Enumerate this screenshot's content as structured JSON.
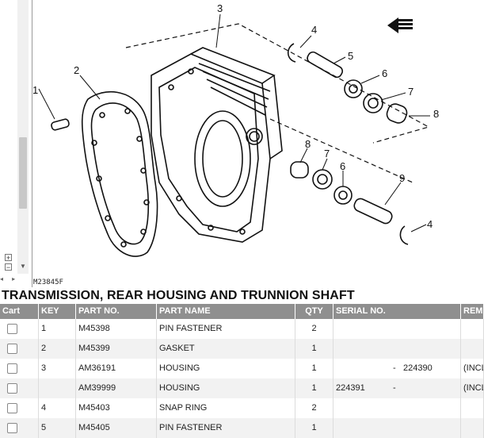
{
  "diagram": {
    "figure_id": "M23845F",
    "callouts": [
      "1",
      "2",
      "3",
      "4",
      "5",
      "6",
      "7",
      "8",
      "8",
      "7",
      "6",
      "9",
      "4"
    ]
  },
  "title": "TRANSMISSION, REAR HOUSING AND TRUNNION SHAFT",
  "table": {
    "headers": [
      "Cart",
      "KEY",
      "PART NO.",
      "PART NAME",
      "QTY",
      "SERIAL NO.",
      "REMA"
    ],
    "rows": [
      {
        "key": "1",
        "part_no": "M45398",
        "part_name": "PIN FASTENER",
        "qty": "2",
        "serial_from": "",
        "dash": "",
        "serial_to": "",
        "remarks": ""
      },
      {
        "key": "2",
        "part_no": "M45399",
        "part_name": "GASKET",
        "qty": "1",
        "serial_from": "",
        "dash": "",
        "serial_to": "",
        "remarks": ""
      },
      {
        "key": "3",
        "part_no": "AM36191",
        "part_name": "HOUSING",
        "qty": "1",
        "serial_from": "",
        "dash": "-",
        "serial_to": "224390",
        "remarks": "(INCL"
      },
      {
        "key": "",
        "part_no": "AM39999",
        "part_name": "HOUSING",
        "qty": "1",
        "serial_from": "224391",
        "dash": "-",
        "serial_to": "",
        "remarks": "(INCL"
      },
      {
        "key": "4",
        "part_no": "M45403",
        "part_name": "SNAP RING",
        "qty": "2",
        "serial_from": "",
        "dash": "",
        "serial_to": "",
        "remarks": ""
      },
      {
        "key": "5",
        "part_no": "M45405",
        "part_name": "PIN FASTENER",
        "qty": "1",
        "serial_from": "",
        "dash": "",
        "serial_to": "",
        "remarks": ""
      }
    ]
  }
}
